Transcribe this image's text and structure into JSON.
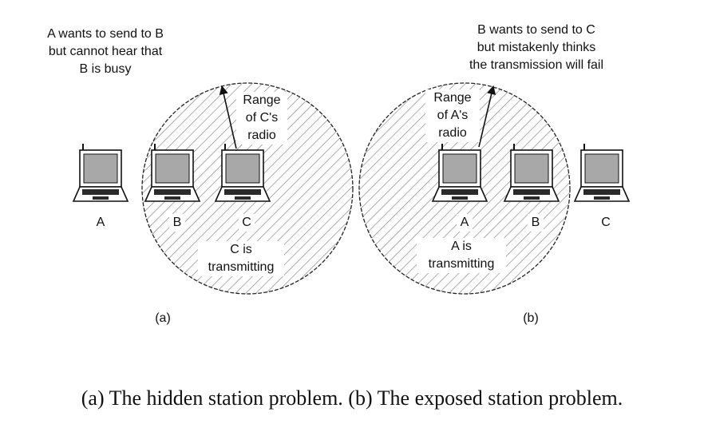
{
  "panel_a": {
    "note_lines": [
      "A wants to send to B",
      "but cannot hear that",
      "B is busy"
    ],
    "range_lines": [
      "Range",
      "of C's",
      "radio"
    ],
    "stations": [
      "A",
      "B",
      "C"
    ],
    "transmit_lines": [
      "C is",
      "transmitting"
    ],
    "sublabel": "(a)"
  },
  "panel_b": {
    "note_lines": [
      "B wants to send to C",
      "but mistakenly thinks",
      "the transmission will fail"
    ],
    "range_lines": [
      "Range",
      "of A's",
      "radio"
    ],
    "stations": [
      "A",
      "B",
      "C"
    ],
    "transmit_lines": [
      "A is",
      "transmitting"
    ],
    "sublabel": "(b)"
  },
  "caption": "(a) The hidden station problem. (b) The exposed station problem."
}
